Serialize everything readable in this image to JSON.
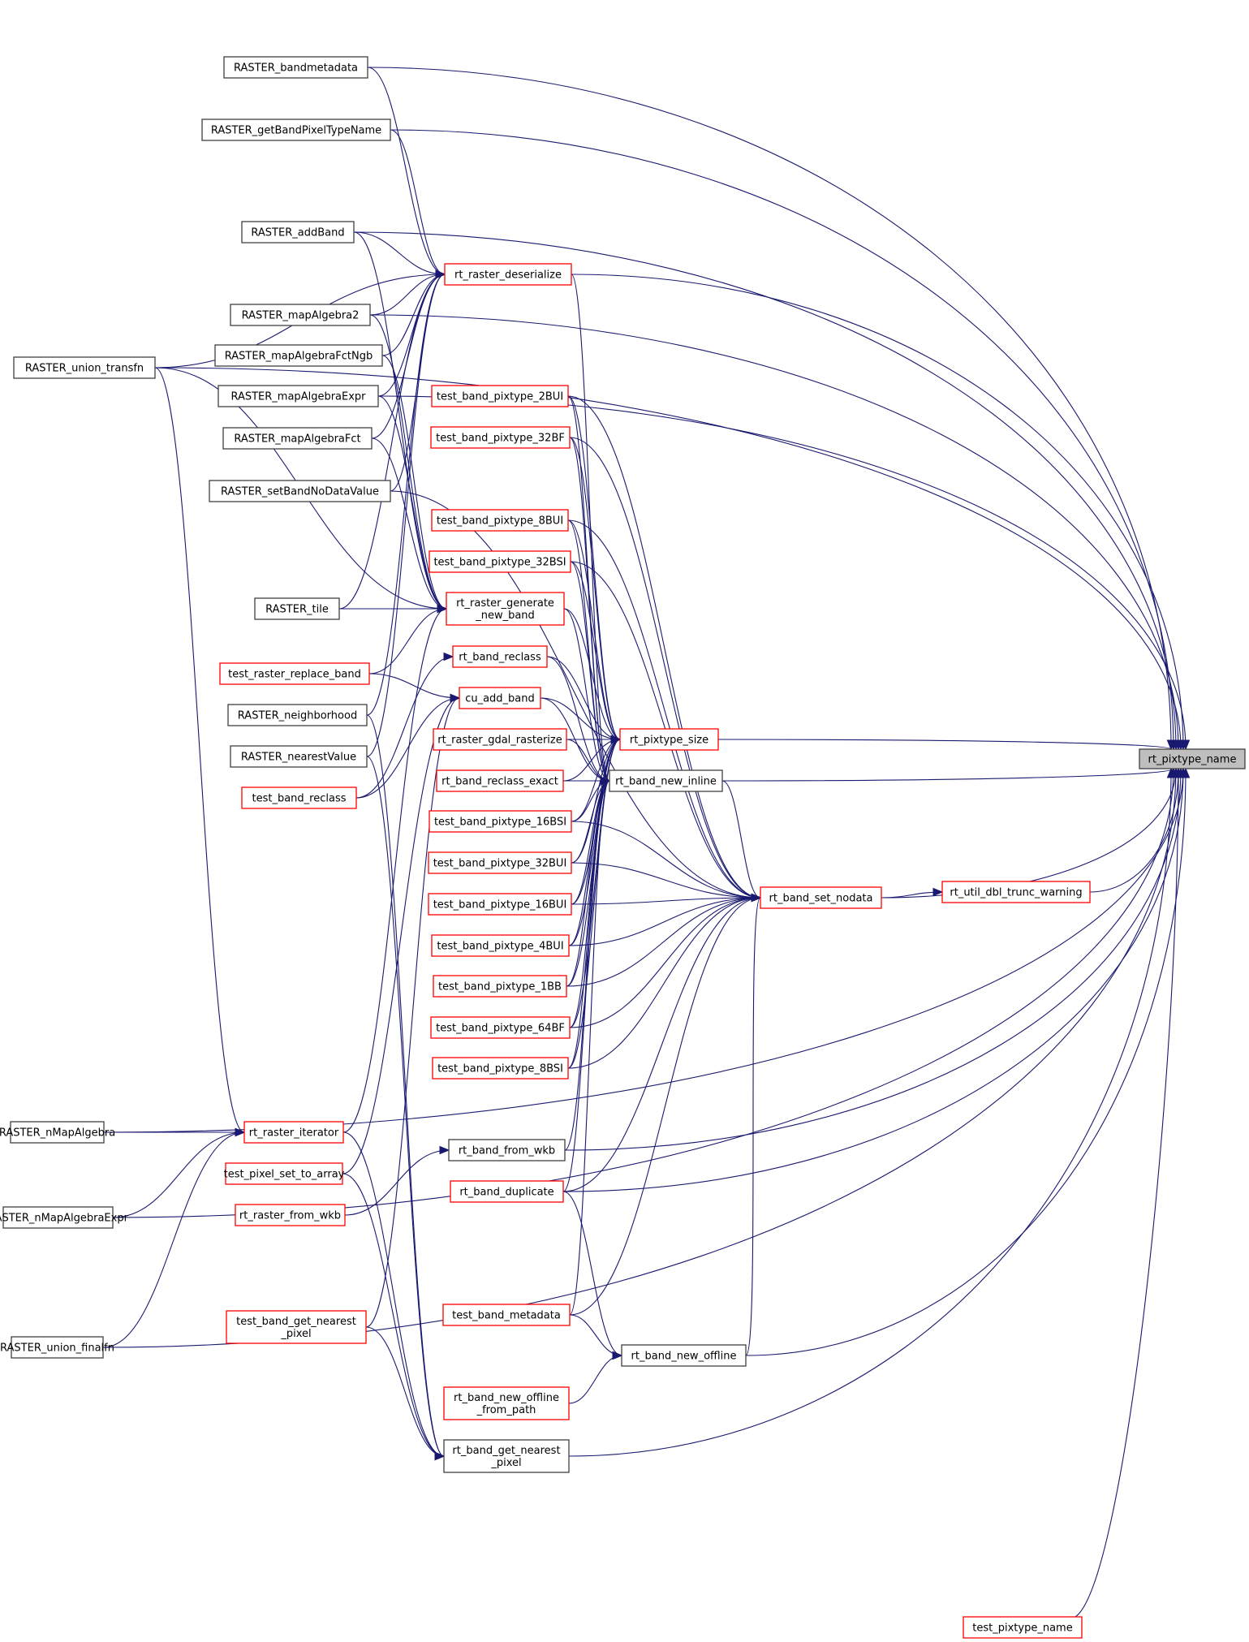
{
  "title": "rt_pixtype_name caller graph",
  "colors": {
    "edge": "#191970",
    "truncated_border": "#ff0000",
    "normal_border": "#404040",
    "focus_fill": "#bfbfbf"
  },
  "focus_node": "rt_pixtype_name",
  "nodes": [
    {
      "id": "rt_pixtype_name",
      "lines": [
        "rt_pixtype_name"
      ],
      "style": "focus"
    },
    {
      "id": "RASTER_bandmetadata",
      "lines": [
        "RASTER_bandmetadata"
      ],
      "style": "black"
    },
    {
      "id": "RASTER_getBandPixelTypeName",
      "lines": [
        "RASTER_getBandPixelTypeName"
      ],
      "style": "black"
    },
    {
      "id": "RASTER_addBand",
      "lines": [
        "RASTER_addBand"
      ],
      "style": "black"
    },
    {
      "id": "rt_raster_deserialize",
      "lines": [
        "rt_raster_deserialize"
      ],
      "style": "red"
    },
    {
      "id": "RASTER_mapAlgebra2",
      "lines": [
        "RASTER_mapAlgebra2"
      ],
      "style": "black"
    },
    {
      "id": "RASTER_mapAlgebraFctNgb",
      "lines": [
        "RASTER_mapAlgebraFctNgb"
      ],
      "style": "black"
    },
    {
      "id": "RASTER_union_transfn",
      "lines": [
        "RASTER_union_transfn"
      ],
      "style": "black"
    },
    {
      "id": "RASTER_mapAlgebraExpr",
      "lines": [
        "RASTER_mapAlgebraExpr"
      ],
      "style": "black"
    },
    {
      "id": "RASTER_mapAlgebraFct",
      "lines": [
        "RASTER_mapAlgebraFct"
      ],
      "style": "black"
    },
    {
      "id": "RASTER_setBandNoDataValue",
      "lines": [
        "RASTER_setBandNoDataValue"
      ],
      "style": "black"
    },
    {
      "id": "RASTER_tile",
      "lines": [
        "RASTER_tile"
      ],
      "style": "black"
    },
    {
      "id": "test_raster_replace_band",
      "lines": [
        "test_raster_replace_band"
      ],
      "style": "red"
    },
    {
      "id": "RASTER_neighborhood",
      "lines": [
        "RASTER_neighborhood"
      ],
      "style": "black"
    },
    {
      "id": "RASTER_nearestValue",
      "lines": [
        "RASTER_nearestValue"
      ],
      "style": "black"
    },
    {
      "id": "test_band_reclass",
      "lines": [
        "test_band_reclass"
      ],
      "style": "red"
    },
    {
      "id": "test_band_pixtype_2BUI",
      "lines": [
        "test_band_pixtype_2BUI"
      ],
      "style": "red"
    },
    {
      "id": "test_band_pixtype_32BF",
      "lines": [
        "test_band_pixtype_32BF"
      ],
      "style": "red"
    },
    {
      "id": "test_band_pixtype_8BUI",
      "lines": [
        "test_band_pixtype_8BUI"
      ],
      "style": "red"
    },
    {
      "id": "test_band_pixtype_32BSI",
      "lines": [
        "test_band_pixtype_32BSI"
      ],
      "style": "red"
    },
    {
      "id": "rt_raster_generate_new_band",
      "lines": [
        "rt_raster_generate",
        "_new_band"
      ],
      "style": "red"
    },
    {
      "id": "rt_band_reclass",
      "lines": [
        "rt_band_reclass"
      ],
      "style": "red"
    },
    {
      "id": "cu_add_band",
      "lines": [
        "cu_add_band"
      ],
      "style": "red"
    },
    {
      "id": "rt_raster_gdal_rasterize",
      "lines": [
        "rt_raster_gdal_rasterize"
      ],
      "style": "red"
    },
    {
      "id": "rt_pixtype_size",
      "lines": [
        "rt_pixtype_size"
      ],
      "style": "red"
    },
    {
      "id": "rt_band_reclass_exact",
      "lines": [
        "rt_band_reclass_exact"
      ],
      "style": "red"
    },
    {
      "id": "rt_band_new_inline",
      "lines": [
        "rt_band_new_inline"
      ],
      "style": "black"
    },
    {
      "id": "test_band_pixtype_16BSI",
      "lines": [
        "test_band_pixtype_16BSI"
      ],
      "style": "red"
    },
    {
      "id": "test_band_pixtype_32BUI",
      "lines": [
        "test_band_pixtype_32BUI"
      ],
      "style": "red"
    },
    {
      "id": "test_band_pixtype_16BUI",
      "lines": [
        "test_band_pixtype_16BUI"
      ],
      "style": "red"
    },
    {
      "id": "rt_band_set_nodata",
      "lines": [
        "rt_band_set_nodata"
      ],
      "style": "red"
    },
    {
      "id": "rt_util_dbl_trunc_warning",
      "lines": [
        "rt_util_dbl_trunc_warning"
      ],
      "style": "red"
    },
    {
      "id": "test_band_pixtype_4BUI",
      "lines": [
        "test_band_pixtype_4BUI"
      ],
      "style": "red"
    },
    {
      "id": "test_band_pixtype_1BB",
      "lines": [
        "test_band_pixtype_1BB"
      ],
      "style": "red"
    },
    {
      "id": "test_band_pixtype_64BF",
      "lines": [
        "test_band_pixtype_64BF"
      ],
      "style": "red"
    },
    {
      "id": "test_band_pixtype_8BSI",
      "lines": [
        "test_band_pixtype_8BSI"
      ],
      "style": "red"
    },
    {
      "id": "RASTER_nMapAlgebra",
      "lines": [
        "RASTER_nMapAlgebra"
      ],
      "style": "black"
    },
    {
      "id": "rt_raster_iterator",
      "lines": [
        "rt_raster_iterator"
      ],
      "style": "red"
    },
    {
      "id": "rt_band_from_wkb",
      "lines": [
        "rt_band_from_wkb"
      ],
      "style": "black"
    },
    {
      "id": "test_pixel_set_to_array",
      "lines": [
        "test_pixel_set_to_array"
      ],
      "style": "red"
    },
    {
      "id": "RASTER_nMapAlgebraExpr",
      "lines": [
        "RASTER_nMapAlgebraExpr"
      ],
      "style": "black"
    },
    {
      "id": "rt_band_duplicate",
      "lines": [
        "rt_band_duplicate"
      ],
      "style": "red"
    },
    {
      "id": "rt_raster_from_wkb",
      "lines": [
        "rt_raster_from_wkb"
      ],
      "style": "red"
    },
    {
      "id": "test_band_get_nearest_pixel",
      "lines": [
        "test_band_get_nearest",
        "_pixel"
      ],
      "style": "red"
    },
    {
      "id": "test_band_metadata",
      "lines": [
        "test_band_metadata"
      ],
      "style": "red"
    },
    {
      "id": "RASTER_union_finalfn",
      "lines": [
        "RASTER_union_finalfn"
      ],
      "style": "black"
    },
    {
      "id": "rt_band_new_offline",
      "lines": [
        "rt_band_new_offline"
      ],
      "style": "black"
    },
    {
      "id": "rt_band_new_offline_from_path",
      "lines": [
        "rt_band_new_offline",
        "_from_path"
      ],
      "style": "red"
    },
    {
      "id": "rt_band_get_nearest_pixel",
      "lines": [
        "rt_band_get_nearest",
        "_pixel"
      ],
      "style": "black"
    },
    {
      "id": "test_pixtype_name",
      "lines": [
        "test_pixtype_name"
      ],
      "style": "red"
    }
  ],
  "edges": [
    [
      "RASTER_bandmetadata",
      "rt_pixtype_name"
    ],
    [
      "RASTER_getBandPixelTypeName",
      "rt_pixtype_name"
    ],
    [
      "RASTER_addBand",
      "rt_pixtype_name"
    ],
    [
      "RASTER_mapAlgebra2",
      "rt_pixtype_name"
    ],
    [
      "RASTER_union_transfn",
      "rt_pixtype_name"
    ],
    [
      "rt_raster_deserialize",
      "rt_pixtype_name"
    ],
    [
      "RASTER_mapAlgebraExpr",
      "rt_pixtype_name"
    ],
    [
      "rt_pixtype_size",
      "rt_pixtype_name"
    ],
    [
      "rt_band_new_inline",
      "rt_pixtype_name"
    ],
    [
      "rt_band_set_nodata",
      "rt_pixtype_name"
    ],
    [
      "rt_util_dbl_trunc_warning",
      "rt_pixtype_name"
    ],
    [
      "rt_band_from_wkb",
      "rt_pixtype_name"
    ],
    [
      "rt_band_duplicate",
      "rt_pixtype_name"
    ],
    [
      "rt_band_new_offline",
      "rt_pixtype_name"
    ],
    [
      "rt_band_get_nearest_pixel",
      "rt_pixtype_name"
    ],
    [
      "RASTER_nMapAlgebraExpr",
      "rt_pixtype_name"
    ],
    [
      "RASTER_union_finalfn",
      "rt_pixtype_name"
    ],
    [
      "test_pixtype_name",
      "rt_pixtype_name"
    ],
    [
      "RASTER_bandmetadata",
      "rt_raster_deserialize"
    ],
    [
      "RASTER_getBandPixelTypeName",
      "rt_raster_deserialize"
    ],
    [
      "RASTER_addBand",
      "rt_raster_deserialize"
    ],
    [
      "RASTER_mapAlgebra2",
      "rt_raster_deserialize"
    ],
    [
      "RASTER_mapAlgebraFctNgb",
      "rt_raster_deserialize"
    ],
    [
      "RASTER_mapAlgebraExpr",
      "rt_raster_deserialize"
    ],
    [
      "RASTER_mapAlgebraFct",
      "rt_raster_deserialize"
    ],
    [
      "RASTER_setBandNoDataValue",
      "rt_raster_deserialize"
    ],
    [
      "RASTER_union_transfn",
      "rt_raster_deserialize"
    ],
    [
      "RASTER_tile",
      "rt_raster_deserialize"
    ],
    [
      "RASTER_neighborhood",
      "rt_raster_deserialize"
    ],
    [
      "RASTER_nearestValue",
      "rt_raster_deserialize"
    ],
    [
      "rt_raster_deserialize",
      "rt_band_new_inline"
    ],
    [
      "RASTER_addBand",
      "rt_raster_generate_new_band"
    ],
    [
      "RASTER_mapAlgebra2",
      "rt_raster_generate_new_band"
    ],
    [
      "RASTER_mapAlgebraFctNgb",
      "rt_raster_generate_new_band"
    ],
    [
      "RASTER_mapAlgebraExpr",
      "rt_raster_generate_new_band"
    ],
    [
      "RASTER_mapAlgebraFct",
      "rt_raster_generate_new_band"
    ],
    [
      "RASTER_union_transfn",
      "rt_raster_generate_new_band"
    ],
    [
      "RASTER_tile",
      "rt_raster_generate_new_band"
    ],
    [
      "test_raster_replace_band",
      "rt_raster_generate_new_band"
    ],
    [
      "rt_raster_generate_new_band",
      "rt_pixtype_size"
    ],
    [
      "rt_raster_generate_new_band",
      "rt_band_new_inline"
    ],
    [
      "test_band_reclass",
      "rt_band_reclass"
    ],
    [
      "rt_band_reclass",
      "rt_pixtype_size"
    ],
    [
      "rt_band_reclass",
      "rt_band_new_inline"
    ],
    [
      "test_raster_replace_band",
      "cu_add_band"
    ],
    [
      "test_band_reclass",
      "cu_add_band"
    ],
    [
      "test_pixel_set_to_array",
      "cu_add_band"
    ],
    [
      "test_band_get_nearest_pixel",
      "cu_add_band"
    ],
    [
      "cu_add_band",
      "rt_pixtype_size"
    ],
    [
      "cu_add_band",
      "rt_band_new_inline"
    ],
    [
      "rt_raster_gdal_rasterize",
      "rt_pixtype_size"
    ],
    [
      "rt_raster_gdal_rasterize",
      "rt_band_new_inline"
    ],
    [
      "rt_band_reclass_exact",
      "rt_pixtype_size"
    ],
    [
      "rt_band_reclass_exact",
      "rt_band_new_inline"
    ],
    [
      "test_band_pixtype_2BUI",
      "rt_pixtype_size"
    ],
    [
      "test_band_pixtype_2BUI",
      "rt_band_new_inline"
    ],
    [
      "test_band_pixtype_2BUI",
      "rt_band_set_nodata"
    ],
    [
      "test_band_pixtype_32BF",
      "rt_pixtype_size"
    ],
    [
      "test_band_pixtype_32BF",
      "rt_band_new_inline"
    ],
    [
      "test_band_pixtype_32BF",
      "rt_band_set_nodata"
    ],
    [
      "test_band_pixtype_8BUI",
      "rt_pixtype_size"
    ],
    [
      "test_band_pixtype_8BUI",
      "rt_band_new_inline"
    ],
    [
      "test_band_pixtype_8BUI",
      "rt_band_set_nodata"
    ],
    [
      "test_band_pixtype_32BSI",
      "rt_pixtype_size"
    ],
    [
      "test_band_pixtype_32BSI",
      "rt_band_new_inline"
    ],
    [
      "test_band_pixtype_32BSI",
      "rt_band_set_nodata"
    ],
    [
      "test_band_pixtype_16BSI",
      "rt_pixtype_size"
    ],
    [
      "test_band_pixtype_16BSI",
      "rt_band_new_inline"
    ],
    [
      "test_band_pixtype_16BSI",
      "rt_band_set_nodata"
    ],
    [
      "test_band_pixtype_32BUI",
      "rt_pixtype_size"
    ],
    [
      "test_band_pixtype_32BUI",
      "rt_band_new_inline"
    ],
    [
      "test_band_pixtype_32BUI",
      "rt_band_set_nodata"
    ],
    [
      "test_band_pixtype_16BUI",
      "rt_pixtype_size"
    ],
    [
      "test_band_pixtype_16BUI",
      "rt_band_new_inline"
    ],
    [
      "test_band_pixtype_16BUI",
      "rt_band_set_nodata"
    ],
    [
      "test_band_pixtype_4BUI",
      "rt_pixtype_size"
    ],
    [
      "test_band_pixtype_4BUI",
      "rt_band_new_inline"
    ],
    [
      "test_band_pixtype_4BUI",
      "rt_band_set_nodata"
    ],
    [
      "test_band_pixtype_1BB",
      "rt_pixtype_size"
    ],
    [
      "test_band_pixtype_1BB",
      "rt_band_new_inline"
    ],
    [
      "test_band_pixtype_1BB",
      "rt_band_set_nodata"
    ],
    [
      "test_band_pixtype_64BF",
      "rt_pixtype_size"
    ],
    [
      "test_band_pixtype_64BF",
      "rt_band_new_inline"
    ],
    [
      "test_band_pixtype_64BF",
      "rt_band_set_nodata"
    ],
    [
      "test_band_pixtype_8BSI",
      "rt_pixtype_size"
    ],
    [
      "test_band_pixtype_8BSI",
      "rt_band_new_inline"
    ],
    [
      "test_band_pixtype_8BSI",
      "rt_band_set_nodata"
    ],
    [
      "rt_band_new_inline",
      "rt_band_set_nodata"
    ],
    [
      "rt_band_set_nodata",
      "rt_util_dbl_trunc_warning"
    ],
    [
      "RASTER_setBandNoDataValue",
      "rt_band_set_nodata"
    ],
    [
      "test_band_metadata",
      "rt_band_set_nodata"
    ],
    [
      "rt_band_duplicate",
      "rt_band_set_nodata"
    ],
    [
      "rt_band_new_offline",
      "rt_band_set_nodata"
    ],
    [
      "rt_band_from_wkb",
      "rt_band_new_inline"
    ],
    [
      "rt_band_duplicate",
      "rt_band_new_inline"
    ],
    [
      "test_band_metadata",
      "rt_band_new_inline"
    ],
    [
      "RASTER_nMapAlgebra",
      "rt_raster_iterator"
    ],
    [
      "RASTER_nMapAlgebraExpr",
      "rt_raster_iterator"
    ],
    [
      "RASTER_union_finalfn",
      "rt_raster_iterator"
    ],
    [
      "RASTER_union_transfn",
      "rt_raster_iterator"
    ],
    [
      "rt_raster_iterator",
      "rt_raster_generate_new_band"
    ],
    [
      "rt_raster_iterator",
      "rt_band_get_nearest_pixel"
    ],
    [
      "rt_raster_from_wkb",
      "rt_band_from_wkb"
    ],
    [
      "rt_band_duplicate",
      "rt_band_new_offline"
    ],
    [
      "test_band_metadata",
      "rt_band_new_offline"
    ],
    [
      "rt_band_new_offline_from_path",
      "rt_band_new_offline"
    ],
    [
      "test_band_get_nearest_pixel",
      "rt_band_get_nearest_pixel"
    ],
    [
      "RASTER_neighborhood",
      "rt_band_get_nearest_pixel"
    ],
    [
      "RASTER_nearestValue",
      "rt_band_get_nearest_pixel"
    ],
    [
      "test_pixel_set_to_array",
      "rt_band_get_nearest_pixel"
    ],
    [
      "RASTER_nMapAlgebra",
      "rt_pixtype_name"
    ]
  ]
}
